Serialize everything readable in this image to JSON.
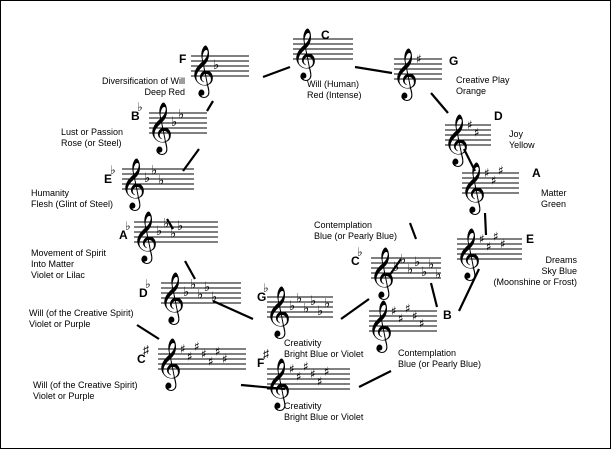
{
  "keys": [
    {
      "id": "C",
      "letter": "C",
      "accidental": "",
      "sig_type": "none",
      "sig_count": 0,
      "desc": [
        "Will (Human)",
        "Red (Intense)"
      ]
    },
    {
      "id": "G",
      "letter": "G",
      "accidental": "",
      "sig_type": "sharp",
      "sig_count": 1,
      "desc": [
        "Creative Play",
        "Orange"
      ]
    },
    {
      "id": "D",
      "letter": "D",
      "accidental": "",
      "sig_type": "sharp",
      "sig_count": 2,
      "desc": [
        "Joy",
        "Yellow"
      ]
    },
    {
      "id": "A",
      "letter": "A",
      "accidental": "",
      "sig_type": "sharp",
      "sig_count": 3,
      "desc": [
        "Matter",
        "Green"
      ]
    },
    {
      "id": "E",
      "letter": "E",
      "accidental": "",
      "sig_type": "sharp",
      "sig_count": 4,
      "desc": [
        "Dreams",
        "Sky Blue",
        "(Moonshine or Frost)"
      ]
    },
    {
      "id": "B",
      "letter": "B",
      "accidental": "",
      "sig_type": "sharp",
      "sig_count": 5,
      "desc": [
        "Contemplation",
        "Blue (or Pearly Blue)"
      ]
    },
    {
      "id": "Fs",
      "letter": "F",
      "accidental": "♯",
      "sig_type": "sharp",
      "sig_count": 6,
      "desc": [
        "Creativity",
        "Bright Blue or Violet"
      ]
    },
    {
      "id": "Cs",
      "letter": "C",
      "accidental": "♯",
      "sig_type": "sharp",
      "sig_count": 7,
      "desc": [
        "Will (of the Creative Spirit)",
        "Violet or Purple"
      ]
    },
    {
      "id": "Cb",
      "letter": "C",
      "accidental": "♭",
      "sig_type": "flat",
      "sig_count": 7,
      "desc": [
        "Contemplation",
        "Blue (or Pearly Blue)"
      ]
    },
    {
      "id": "Gb",
      "letter": "G",
      "accidental": "♭",
      "sig_type": "flat",
      "sig_count": 6,
      "desc": [
        "Creativity",
        "Bright Blue or Violet"
      ]
    },
    {
      "id": "Db",
      "letter": "D",
      "accidental": "♭",
      "sig_type": "flat",
      "sig_count": 5,
      "desc": [
        "Will (of the Creative Spirit)",
        "Violet or Purple"
      ]
    },
    {
      "id": "Ab",
      "letter": "A",
      "accidental": "♭",
      "sig_type": "flat",
      "sig_count": 4,
      "desc": [
        "Movement of Spirit",
        "Into Matter",
        "Violet or Lilac"
      ]
    },
    {
      "id": "Eb",
      "letter": "E",
      "accidental": "♭",
      "sig_type": "flat",
      "sig_count": 3,
      "desc": [
        "Humanity",
        "Flesh (Glint of Steel)"
      ]
    },
    {
      "id": "Bb",
      "letter": "B",
      "accidental": "♭",
      "sig_type": "flat",
      "sig_count": 2,
      "desc": [
        "Lust or Passion",
        "Rose (or Steel)"
      ]
    },
    {
      "id": "F",
      "letter": "F",
      "accidental": "",
      "sig_type": "flat",
      "sig_count": 1,
      "desc": [
        "Diversification of Will",
        "Deep Red"
      ]
    }
  ],
  "glyphs": {
    "clef": "𝄞",
    "sharp": "♯",
    "flat": "♭"
  }
}
